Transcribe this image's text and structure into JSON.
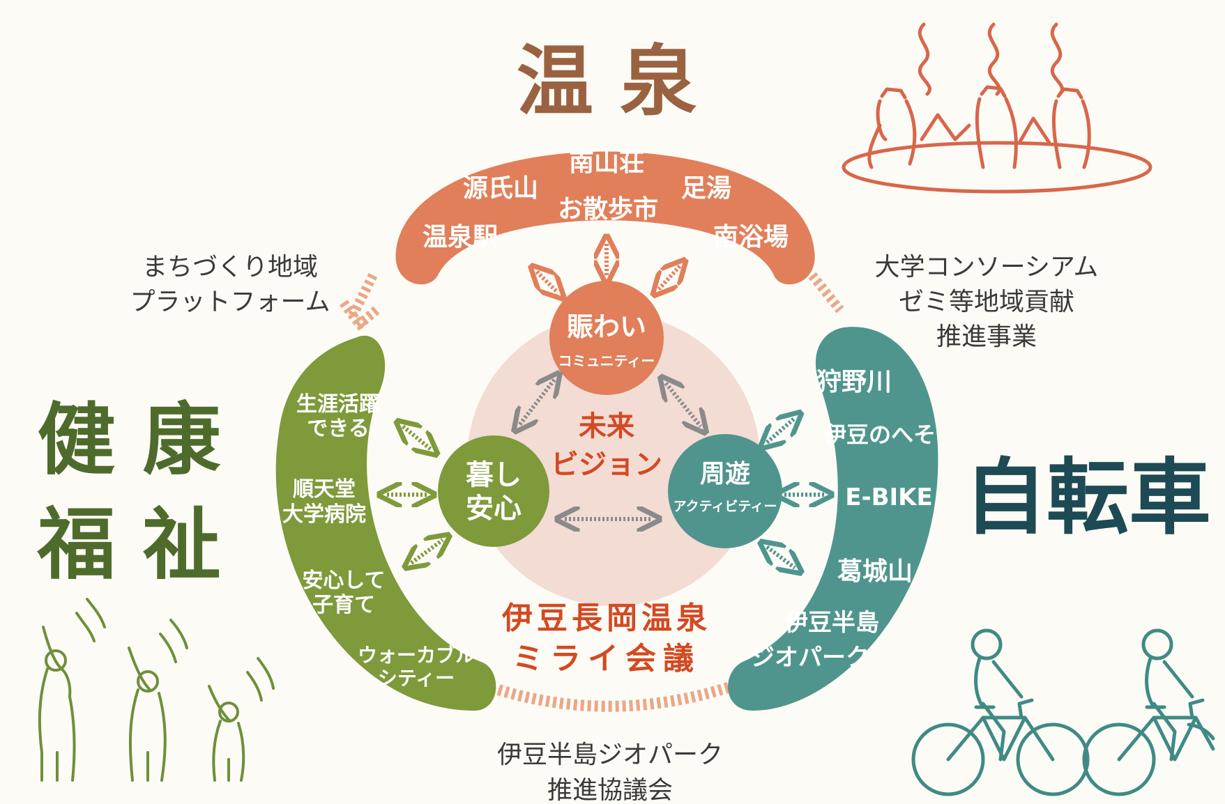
{
  "colors": {
    "background": "#fdfbf6",
    "onsen": "#e07f5a",
    "onsen_title": "#9a6240",
    "kenko": "#7e9a3a",
    "kenko_title": "#4e6b2c",
    "jitensha": "#4f958d",
    "jitensha_title": "#1d4a54",
    "center_disc": "#f3dcd4",
    "center_text": "#d24a22",
    "side_text": "#3a3a3a",
    "arrow_gray": "#8a8a8a",
    "illustration_onsen": "#d8664a",
    "illustration_kenko": "#6f8f3a",
    "illustration_jitensha": "#3f8a85"
  },
  "titles": {
    "onsen": "温 泉",
    "kenko_line1": "健 康",
    "kenko_line2": "福 祉",
    "jitensha": "自転車"
  },
  "onsen_band": {
    "items": [
      "南山荘",
      "源氏山",
      "足湯",
      "お散歩市",
      "温泉駅",
      "南浴場"
    ]
  },
  "kenko_band": {
    "items": [
      {
        "line1": "生涯活躍",
        "line2": "できる"
      },
      {
        "line1": "順天堂",
        "line2": "大学病院"
      },
      {
        "line1": "安心して",
        "line2": "子育て"
      },
      {
        "line1": "ウォーカブル",
        "line2": "シティー"
      }
    ]
  },
  "jitensha_band": {
    "items": [
      "狩野川",
      "伊豆のへそ",
      "E-BIKE",
      "葛城山",
      "伊豆半島",
      "ジオパーク"
    ]
  },
  "nodes": {
    "nigiwai": {
      "title": "賑わい",
      "sub": "コミュニティー"
    },
    "kurashi": {
      "line1": "暮し",
      "line2": "安心"
    },
    "shuyu": {
      "title": "周遊",
      "sub": "アクティビティー"
    }
  },
  "center": {
    "vision_line1": "未来",
    "vision_line2": "ビジョン",
    "council_line1": "伊豆長岡温泉",
    "council_line2": "ミライ会議"
  },
  "side_labels": {
    "top_left": [
      "まちづくり地域",
      "プラットフォーム"
    ],
    "top_right": [
      "大学コンソーシアム",
      "ゼミ等地域貢献",
      "推進事業"
    ],
    "bottom": [
      "伊豆半島ジオパーク",
      "推進協議会"
    ]
  },
  "icons": [
    "onsen-bathers-icon",
    "exercising-people-icon",
    "cyclists-icon",
    "double-arrow-icon"
  ]
}
